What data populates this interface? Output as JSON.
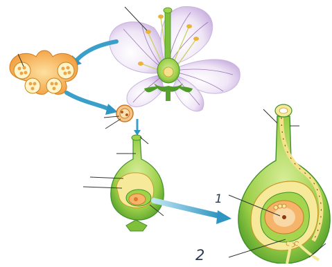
{
  "labels": {
    "one": "1",
    "two": "2"
  },
  "colors": {
    "petal": "#e9dff2",
    "petal_vein": "#8a5aa8",
    "green": "#8fc73e",
    "green_dark": "#3f8f2a",
    "ovule_yellow": "#f4e28a",
    "nucellus_orange": "#f5b46a",
    "anther_orange": "#f39a3a",
    "arrow_blue": "#3aa0c9",
    "pointer_line": "#333333"
  },
  "icons": [
    "flower-illustration",
    "anther-cross-section",
    "pollen-grain",
    "ovary-small",
    "ovary-large",
    "arrow"
  ]
}
